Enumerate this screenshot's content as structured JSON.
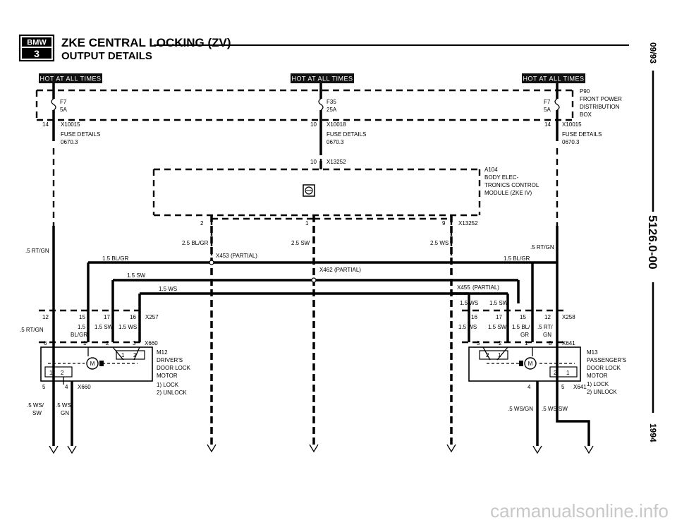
{
  "header": {
    "badge_top": "BMW",
    "badge_num": "3",
    "title": "ZKE CENTRAL LOCKING (ZV)",
    "subtitle": "OUTPUT DETAILS",
    "side_date": "09/93",
    "side_code": "5126.0-00",
    "side_year": "1994"
  },
  "hot_label": "HOT AT ALL TIMES",
  "fuses": {
    "left_id": "F7",
    "left_amp": "5A",
    "mid_id": "F35",
    "mid_amp": "25A",
    "right_id": "F7",
    "right_amp": "5A",
    "pdb_id": "P90",
    "pdb_l1": "FRONT POWER",
    "pdb_l2": "DISTRIBUTION",
    "pdb_l3": "BOX"
  },
  "connectors": {
    "left_pin": "14",
    "left_id": "X10015",
    "mid_pin": "10",
    "mid_id": "X10018",
    "right_pin": "14",
    "right_id": "X10015",
    "fuse_det": "FUSE DETAILS",
    "fuse_ref": "0670.3",
    "gm_in_pin": "10",
    "gm_in_id": "X13252",
    "gm_out_id": "X13252",
    "pin2": "2",
    "pin1": "1",
    "pin9": "9",
    "x453": "X453",
    "x453_note": "(PARTIAL)",
    "x462": "X462",
    "x462_note": "(PARTIAL)",
    "x455": "X455",
    "x455_note": "(PARTIAL)",
    "x257": "X257",
    "x258": "X258",
    "x660": "X660",
    "x641": "X641"
  },
  "module": {
    "id": "A104",
    "l1": "BODY ELEC-",
    "l2": "TRONICS CONTROL",
    "l3": "MODULE (ZKE IV)"
  },
  "wires": {
    "w1": "2.5 BL/GR",
    "w2": "2.5 SW",
    "w3": "2.5 WS",
    "rtgn": ".5 RT/GN",
    "l_blgr": "1.5 BL/GR",
    "l_sw": "1.5 SW",
    "l_ws": "1.5 WS",
    "r_blgr": "1.5 BL/GR",
    "r_ws": "1.5 WS",
    "r_sw": "1.5 SW",
    "d15": "1.5",
    "d_blgr": "BL/GR",
    "d_sw": "1.5 SW",
    "d_ws": "1.5 WS",
    "p_ws": "1.5 WS",
    "p_sw": "1.5 SW",
    "p_blgr1": "1.5 BL/",
    "p_blgr2": "GR",
    "p_rtgn1": ".5 RT/",
    "p_rtgn2": "GN",
    "wssw1": ".5 WS/",
    "wssw2": "SW",
    "wsgn1": ".5 WS/",
    "wsgn2": "GN",
    "r_wsgn": ".5 WS/GN",
    "r_wssw": ".5 WS/SW"
  },
  "pins": {
    "n12": "12",
    "n15": "15",
    "n17": "17",
    "n16": "16",
    "n6": "6",
    "n1": "1",
    "n2": "2",
    "n3": "3",
    "n5": "5",
    "n4": "4",
    "r16": "16",
    "r17": "17",
    "r15": "15",
    "r12": "12",
    "r3": "3",
    "r2": "2",
    "r1": "1",
    "r8": "8",
    "r4": "4",
    "r5": "5"
  },
  "motors": {
    "m_l": "M",
    "m_r": "M",
    "sw_l_a": "1",
    "sw_l_b": "2",
    "in_l_a": "1",
    "in_l_b": "2",
    "sw_r_a": "2",
    "sw_r_b": "1",
    "in_r_a": "2",
    "in_r_b": "1",
    "drv_id": "M12",
    "drv_l1": "DRIVER'S",
    "drv_l2": "DOOR LOCK",
    "drv_l3": "MOTOR",
    "drv_n1": "1) LOCK",
    "drv_n2": "2) UNLOCK",
    "pas_id": "M13",
    "pas_l1": "PASSENGER'S",
    "pas_l2": "DOOR LOCK",
    "pas_l3": "MOTOR",
    "pas_n1": "1) LOCK",
    "pas_n2": "2) UNLOCK"
  },
  "watermark": "carmanualsonline.info"
}
